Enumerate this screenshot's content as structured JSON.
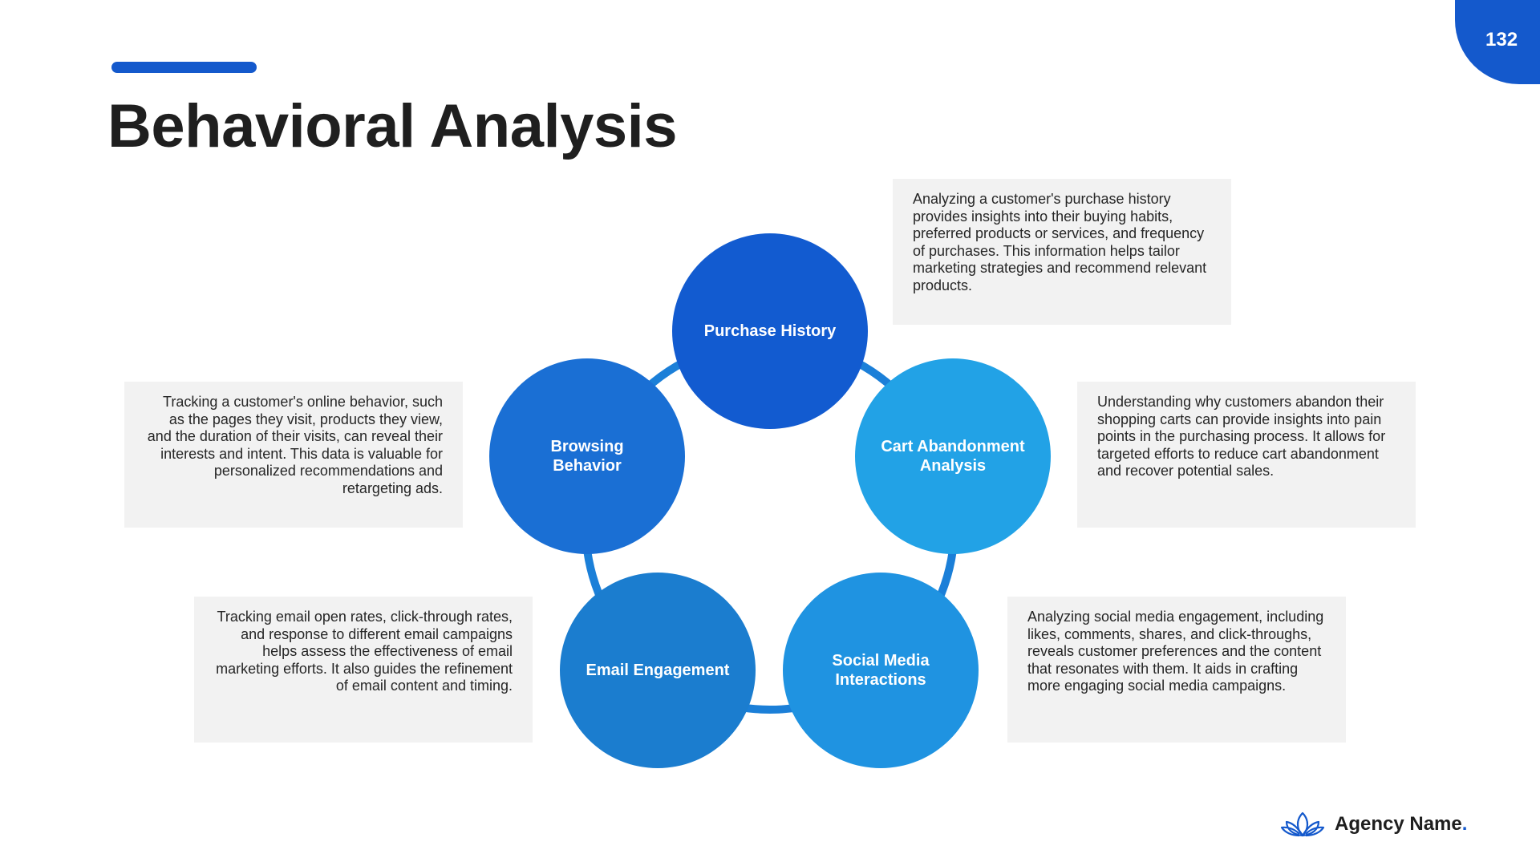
{
  "title": "Behavioral Analysis",
  "page_number": "132",
  "brand": {
    "name": "Agency Name",
    "dot": ".",
    "logo_icon": "lotus-icon"
  },
  "colors": {
    "accent": "#1459cc",
    "box_bg": "#f2f2f2",
    "ring": "#1b7fd8"
  },
  "nodes": [
    {
      "id": "purchase-history",
      "label": "Purchase History",
      "color": "#125bd0",
      "description": "Analyzing a customer's purchase history provides insights into their buying habits, preferred products or services, and frequency of purchases. This information helps tailor marketing strategies and recommend relevant products."
    },
    {
      "id": "cart-abandonment-analysis",
      "label": "Cart Abandonment Analysis",
      "color": "#22a2e6",
      "description": "Understanding why customers abandon their shopping carts can provide insights into pain points in the purchasing process. It allows for targeted efforts to reduce cart abandonment and recover potential sales."
    },
    {
      "id": "social-media-interactions",
      "label": "Social Media Interactions",
      "color": "#1f93e1",
      "description": "Analyzing social media engagement, including likes, comments, shares, and click-throughs, reveals customer preferences and the content that resonates with them. It aids in crafting more engaging social media campaigns."
    },
    {
      "id": "email-engagement",
      "label": "Email Engagement",
      "color": "#1b7dcf",
      "description": "Tracking email open rates, click-through rates, and response to different email campaigns helps assess the effectiveness of email marketing efforts. It also guides the refinement of email content and timing."
    },
    {
      "id": "browsing-behavior",
      "label": "Browsing Behavior",
      "color": "#1a6fd4",
      "description": "Tracking a customer's online behavior, such as the pages they visit, products they view, and the duration of their visits, can reveal their interests and intent. This data is valuable for personalized recommendations and retargeting ads."
    }
  ]
}
